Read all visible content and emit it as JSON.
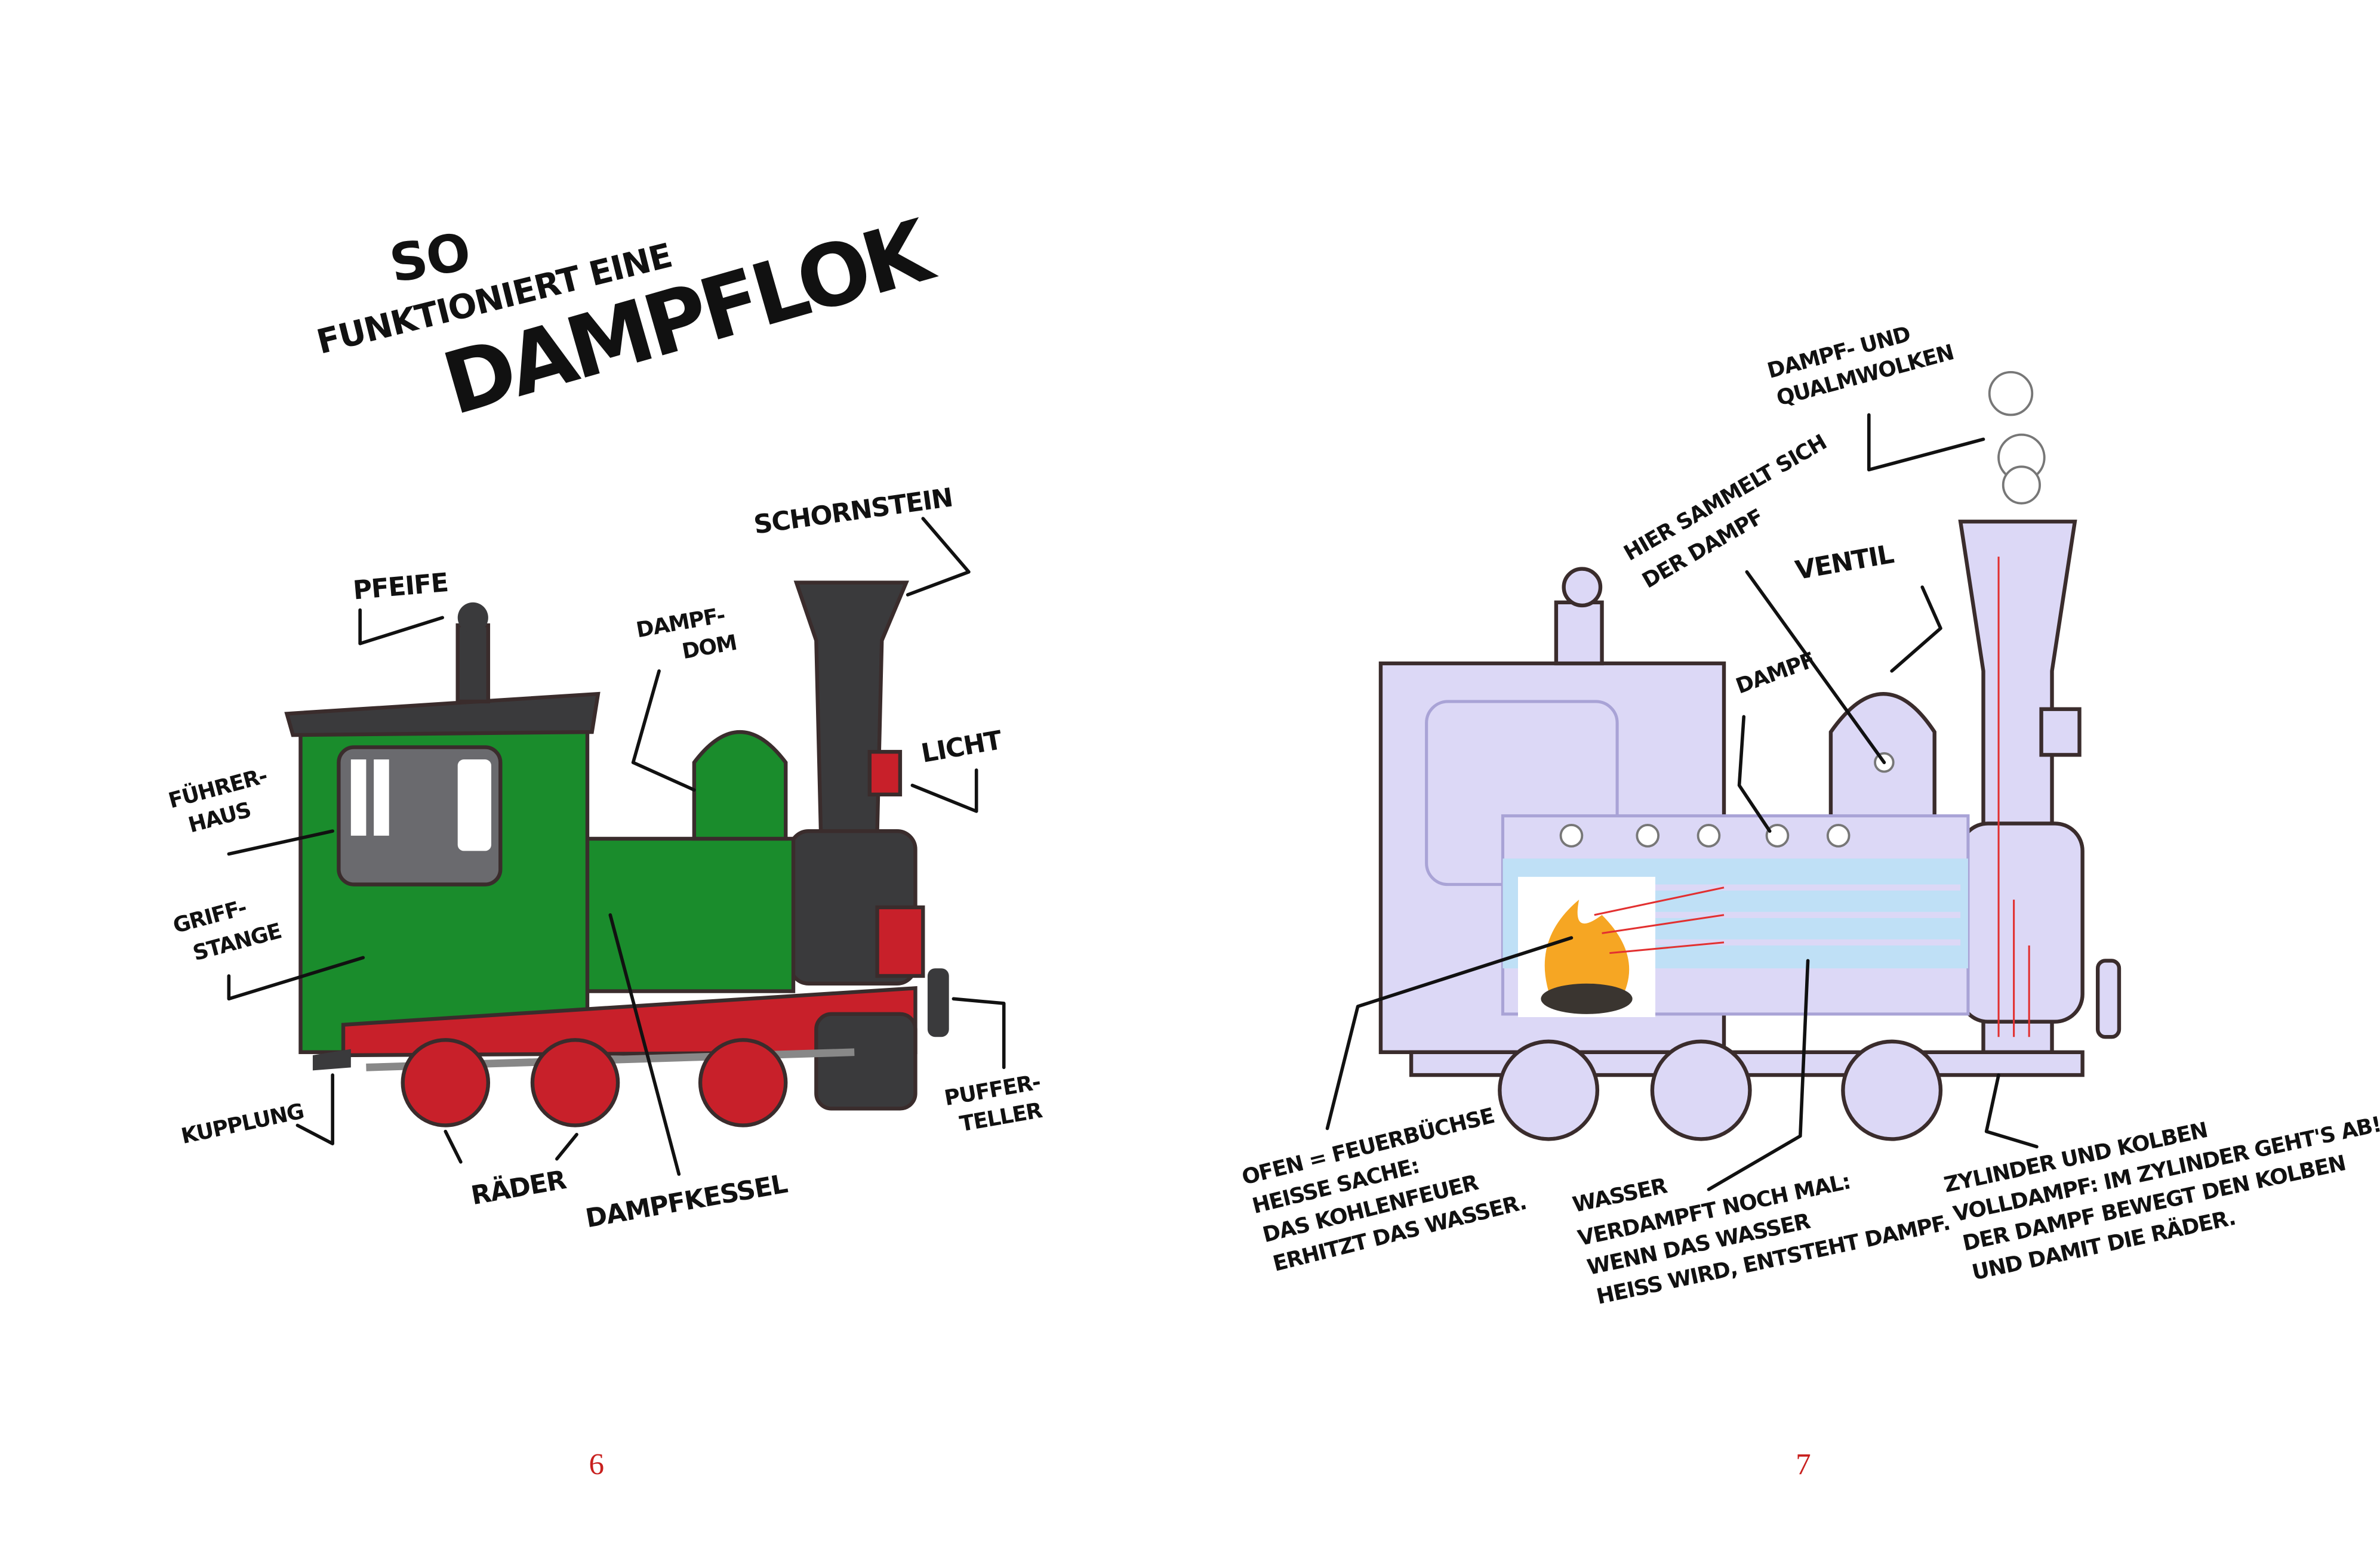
{
  "left_page": {
    "title": {
      "line1": "So",
      "line2": "Funktioniert eine",
      "line3": "Dampflok"
    },
    "labels": {
      "schornstein": "Schornstein",
      "pfeife": "Pfeife",
      "dampfdom": [
        "Dampf-",
        "dom"
      ],
      "fuehrerhaus": [
        "Führer-",
        "haus"
      ],
      "licht": "Licht",
      "griffstange": [
        "Griff-",
        "stange"
      ],
      "pufferteller": [
        "Puffer-",
        "teller"
      ],
      "kupplung": "Kupplung",
      "raeder": "Räder",
      "dampfkessel": "Dampfkessel"
    },
    "page_number": "6",
    "colors": {
      "body": "#1a8c2c",
      "frame": "#c8202a",
      "chimney": "#3a3a3c"
    }
  },
  "right_page": {
    "labels": {
      "wolken": [
        "Dampf- und",
        "Qualmwolken"
      ],
      "sammelt": [
        "Hier sammelt sich",
        "der Dampf"
      ],
      "ventil": "Ventil",
      "dampf": "Dampf",
      "ofen": [
        "Ofen = Feuerbüchse",
        "Heiße Sache:",
        "Das Kohlenfeuer",
        "erhitzt das Wasser."
      ],
      "wasser_title": "Wasser",
      "wasser": [
        "Verdampft noch mal:",
        "Wenn das Wasser",
        "heiß wird, entsteht Dampf."
      ],
      "zylinder": [
        "Zylinder und Kolben",
        "Volldampf: Im Zylinder geht's ab!",
        "Der Dampf bewegt den Kolben",
        "und damit die Räder."
      ]
    },
    "page_number": "7",
    "colors": {
      "body": "#dcd8f6",
      "water": "#bfe0f6",
      "arrows": "#e23030",
      "fire": "#f6a623"
    }
  }
}
